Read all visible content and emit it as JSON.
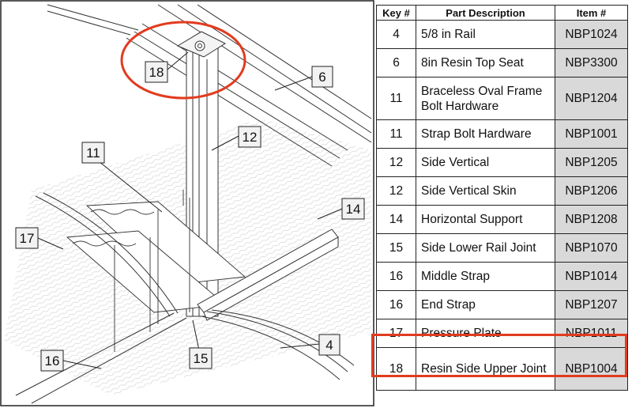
{
  "diagram": {
    "callouts": [
      "18",
      "6",
      "12",
      "11",
      "14",
      "17",
      "16",
      "15",
      "4"
    ],
    "highlight_color": "#e23b1f"
  },
  "table": {
    "headers": [
      "Key #",
      "Part Description",
      "Item #"
    ],
    "rows": [
      {
        "key": "4",
        "desc": "5/8 in Rail",
        "item": "NBP1024"
      },
      {
        "key": "6",
        "desc": "8in Resin Top Seat",
        "item": "NBP3300"
      },
      {
        "key": "11",
        "desc": "Braceless Oval Frame Bolt Hardware",
        "item": "NBP1204"
      },
      {
        "key": "11",
        "desc": "Strap Bolt Hardware",
        "item": "NBP1001"
      },
      {
        "key": "12",
        "desc": "Side Vertical",
        "item": "NBP1205"
      },
      {
        "key": "12",
        "desc": "Side Vertical Skin",
        "item": "NBP1206"
      },
      {
        "key": "14",
        "desc": "Horizontal Support",
        "item": "NBP1208"
      },
      {
        "key": "15",
        "desc": "Side Lower Rail Joint",
        "item": "NBP1070"
      },
      {
        "key": "16",
        "desc": "Middle Strap",
        "item": "NBP1014"
      },
      {
        "key": "16",
        "desc": "End Strap",
        "item": "NBP1207"
      },
      {
        "key": "17",
        "desc": "Pressure Plate",
        "item": "NBP1011"
      },
      {
        "key": "18",
        "desc": "Resin Side Upper Joint",
        "item": "NBP1004"
      }
    ],
    "highlighted_key": "18",
    "item_column_color": "#d9d9d9"
  }
}
